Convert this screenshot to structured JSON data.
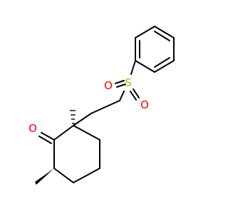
{
  "molecule": {
    "bond_color": "#000000",
    "oxygen_color": "#ff0000",
    "sulfur_color": "#b2b200",
    "atoms": {
      "ketone_oxygen": "O",
      "sulfur": "S",
      "sulfonyl_oxygen_top": "O",
      "sulfonyl_oxygen_bottom": "O"
    }
  }
}
